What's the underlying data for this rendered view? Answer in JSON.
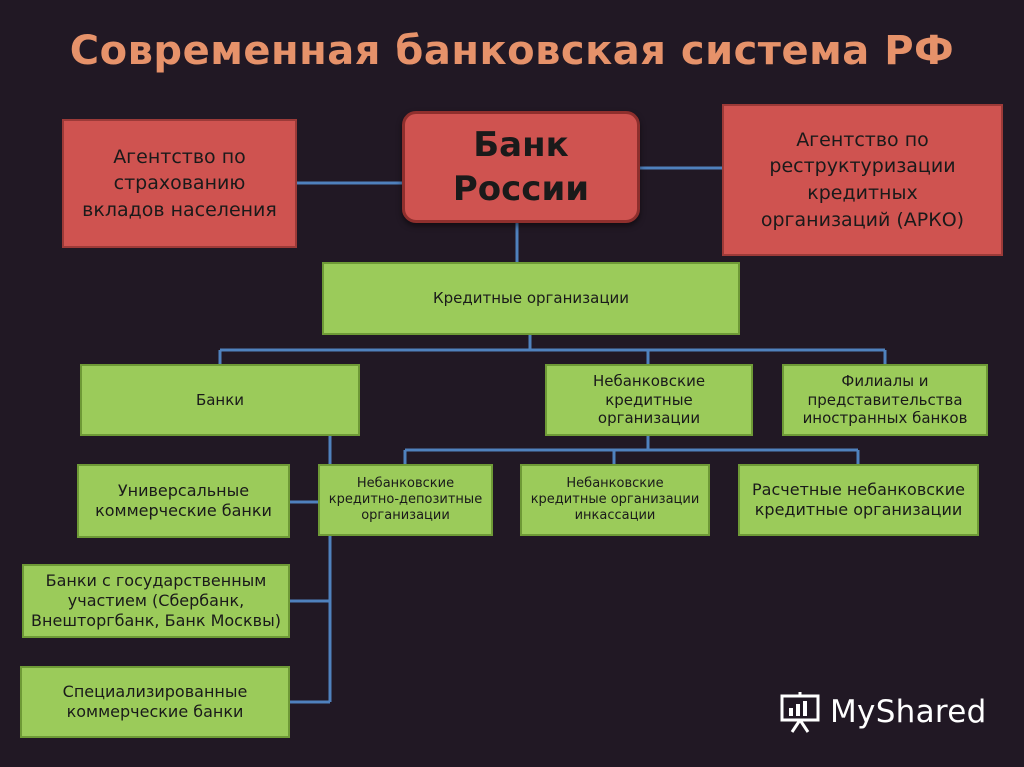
{
  "title": "Современная банковская система РФ",
  "central": {
    "bank_russia": "Банк\nРоссии",
    "deposit_agency": "Агентство по\nстрахованию\nвкладов населения",
    "restructuring_agency": "Агентство по\nреструктуризации\nкредитных\nорганизаций (АРКО)"
  },
  "credit_orgs": "Кредитные организации",
  "level2": {
    "banks": "Банки",
    "nonbank": "Небанковские\nкредитные\nорганизации",
    "foreign": "Филиалы и\nпредставительства\nиностранных банков"
  },
  "bank_types": {
    "universal": "Универсальные\nкоммерческие банки",
    "state": "Банки с государственным\nучастием (Сбербанк,\nВнешторгбанк, Банк Москвы)",
    "specialized": "Специализированные\nкоммерческие банки"
  },
  "nonbank_types": {
    "credit_deposit": "Небанковские\nкредитно-депозитные\nорганизации",
    "collection": "Небанковские\nкредитные организации\nинкассации",
    "settlement": "Расчетные небанковские\nкредитные организации"
  },
  "watermark": "MyShared",
  "colors": {
    "background": "#211824",
    "title": "#e6926a",
    "red_box": "#cf5350",
    "green_box": "#9bcb5a",
    "connector": "#4f81bd"
  }
}
